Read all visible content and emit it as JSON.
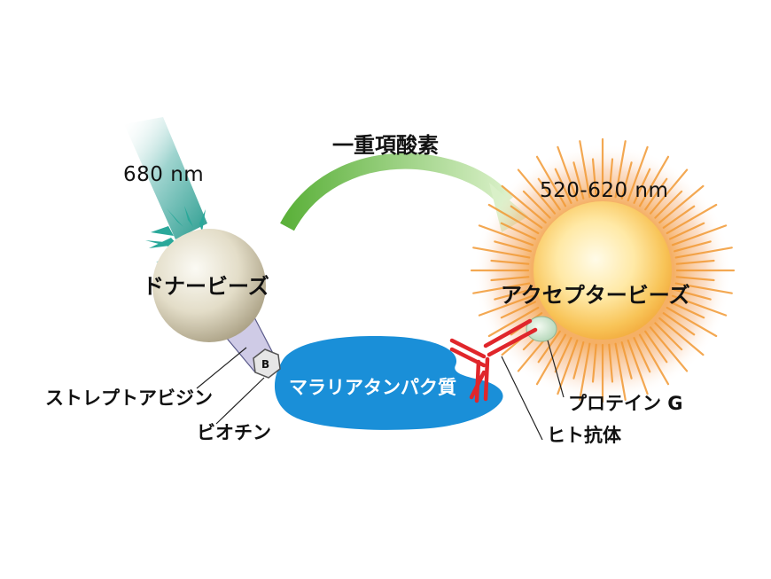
{
  "labels": {
    "wavelength_in": "680 nm",
    "wavelength_out": "520-620 nm",
    "singlet_oxygen": "一重項酸素",
    "donor_bead": "ドナービーズ",
    "acceptor_bead": "アクセプタービーズ",
    "streptavidin": "ストレプトアビジン",
    "biotin": "ビオチン",
    "biotin_symbol": "B",
    "protein": "マラリアタンパク質",
    "protein_g": "プロテイン G",
    "human_antibody": "ヒト抗体"
  },
  "colors": {
    "laser": "#2aa89a",
    "arrow_start": "#5cb13b",
    "arrow_end": "#d6efc4",
    "donor_bead": "#d9d3bd",
    "acceptor_glow": "#f5a623",
    "protein": "#1a8fd8",
    "antibody": "#e0262b",
    "streptavidin": "#c9c6e2",
    "protein_g": "#cfe6cf"
  }
}
